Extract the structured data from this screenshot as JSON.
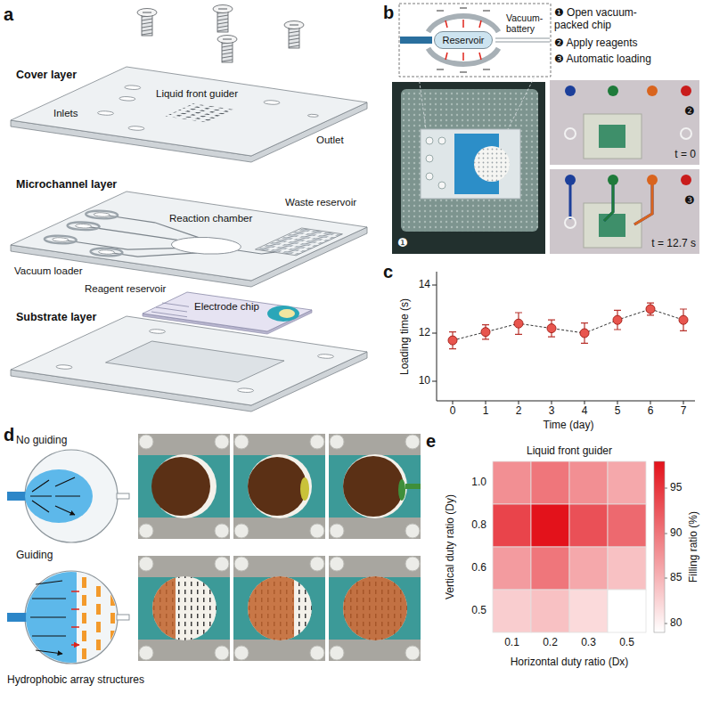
{
  "diagram": {
    "nodes": [
      {
        "text": [
          "Reservoir"
        ]
      }
    ],
    "labels": [
      "a",
      "Cover layer",
      "Inlets",
      "Liquid front guider",
      "Outlet",
      "Microchannel layer",
      "Reaction chamber",
      "Waste reservoir",
      "Vacuum loader",
      "Reagent reservoir",
      "Electrode chip",
      "Substrate layer",
      "b",
      "Vacuum-battery",
      "❶ Open vacuum-packed chip",
      "❷ Apply reagents",
      "❸ Automatic loading",
      "❶",
      "❷",
      "t = 0",
      "❸",
      "t = 12.7 s",
      "c",
      "14",
      "12",
      "10",
      "0",
      "1",
      "2",
      "3",
      "4",
      "5",
      "6",
      "7",
      "Time (day)",
      "Loading time (s)",
      "d",
      "No guiding",
      "Guiding",
      "Hydrophobic array structures",
      "e",
      "Liquid front guider",
      "1.0",
      "0.8",
      "0.6",
      "0.5",
      "0.1",
      "0.2",
      "0.3",
      "0.5",
      "Vertical duty ratio (Dy)",
      "Horizontal duty ratio (Dx)",
      "Filling ratio (%)",
      "95",
      "90",
      "85",
      "80"
    ]
  }
}
